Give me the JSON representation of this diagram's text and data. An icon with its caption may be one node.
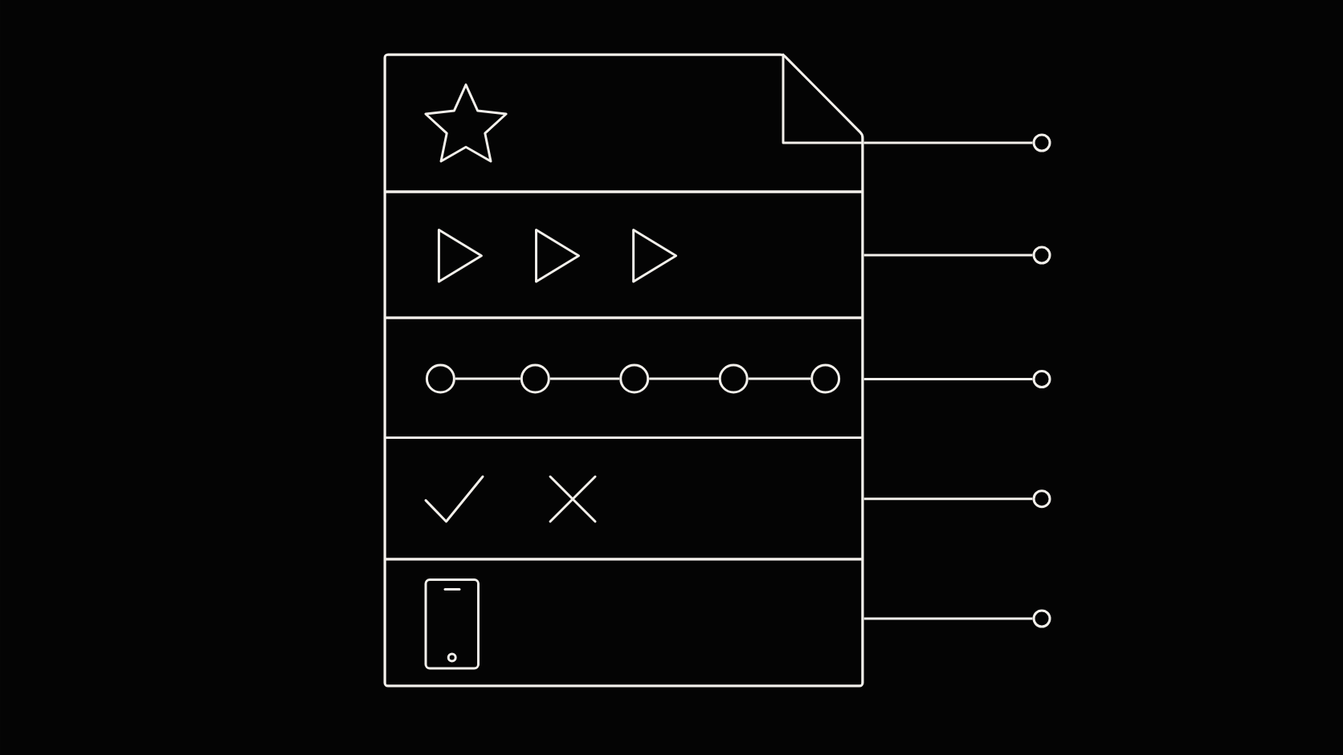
{
  "diagram": {
    "nodes": [
      {
        "text": [],
        "shape": "document"
      },
      {
        "text": [],
        "shape": "box",
        "in": 0
      },
      {
        "text": [],
        "shape": "box",
        "in": 0
      },
      {
        "text": [],
        "shape": "box",
        "in": 0
      },
      {
        "text": [],
        "shape": "box",
        "in": 0
      },
      {
        "text": [],
        "shape": "box",
        "in": 0
      },
      {
        "text": [],
        "shape": "circle",
        "in": 3
      },
      {
        "text": [],
        "shape": "circle",
        "in": 3
      },
      {
        "text": [],
        "shape": "circle",
        "in": 3
      },
      {
        "text": [],
        "shape": "circle",
        "in": 3
      },
      {
        "text": [],
        "shape": "circle",
        "in": 3
      },
      {
        "text": [],
        "shape": "circle"
      },
      {
        "text": [],
        "shape": "circle"
      },
      {
        "text": [],
        "shape": "circle"
      },
      {
        "text": [],
        "shape": "circle"
      },
      {
        "text": [],
        "shape": "circle"
      }
    ],
    "edges": [
      {
        "from": 6,
        "to": 7,
        "arrow": "none"
      },
      {
        "from": 7,
        "to": 8,
        "arrow": "none"
      },
      {
        "from": 8,
        "to": 9,
        "arrow": "none"
      },
      {
        "from": 9,
        "to": 10,
        "arrow": "none"
      },
      {
        "from": 1,
        "to": 11,
        "arrow": "none"
      },
      {
        "from": 2,
        "to": 12,
        "arrow": "none"
      },
      {
        "from": 3,
        "to": 13,
        "arrow": "none"
      },
      {
        "from": 4,
        "to": 14,
        "arrow": "none"
      },
      {
        "from": 5,
        "to": 15,
        "arrow": "none"
      }
    ]
  }
}
